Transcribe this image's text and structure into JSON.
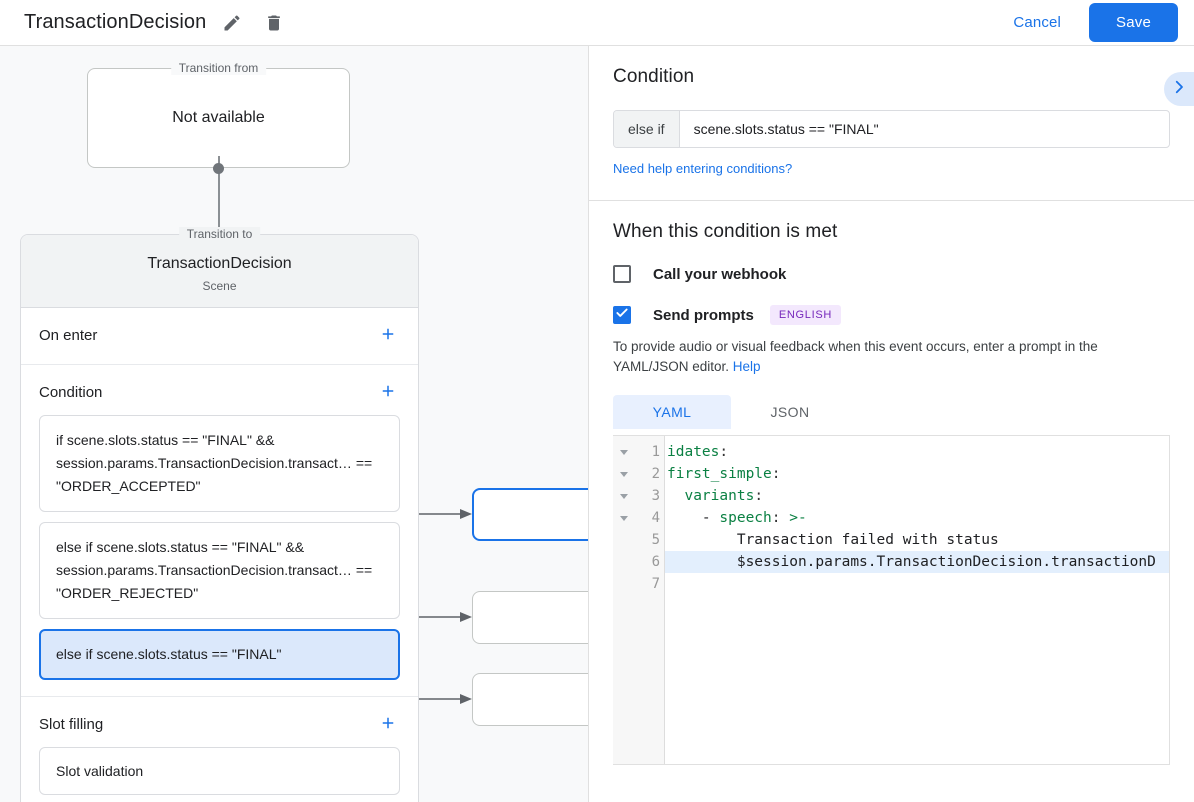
{
  "topbar": {
    "title": "TransactionDecision",
    "edit_icon": "pencil-icon",
    "delete_icon": "trash-icon",
    "cancel_label": "Cancel",
    "save_label": "Save",
    "accent_color": "#1a73e8"
  },
  "graph": {
    "transition_from": {
      "legend": "Transition from",
      "value": "Not available"
    },
    "transition_to": {
      "legend": "Transition to",
      "name": "TransactionDecision",
      "type": "Scene"
    },
    "sections": [
      {
        "title": "On enter",
        "add_label": "+"
      },
      {
        "title": "Condition",
        "add_label": "+"
      },
      {
        "title": "Slot filling",
        "add_label": "+"
      }
    ],
    "conditions": [
      {
        "text": "if scene.slots.status == \"FINAL\" && session.params.TransactionDecision.transact… == \"ORDER_ACCEPTED\"",
        "selected": false
      },
      {
        "text": "else if scene.slots.status == \"FINAL\" && session.params.TransactionDecision.transact… == \"ORDER_REJECTED\"",
        "selected": false
      },
      {
        "text": "else if scene.slots.status == \"FINAL\"",
        "selected": true
      }
    ],
    "slot_filling": [
      {
        "text": "Slot validation"
      }
    ]
  },
  "panel": {
    "condition": {
      "title": "Condition",
      "prefix": "else if",
      "value": "scene.slots.status == \"FINAL\"",
      "help_link": "Need help entering conditions?",
      "expand_icon": "chevron-right-icon"
    },
    "when_met": {
      "title": "When this condition is met",
      "webhook": {
        "label": "Call your webhook",
        "checked": false
      },
      "send_prompts": {
        "label": "Send prompts",
        "checked": true,
        "badge": "ENGLISH",
        "badge_color": "#7627bb"
      },
      "helper_text": "To provide audio or visual feedback when this event occurs, enter a prompt in the YAML/JSON editor. ",
      "helper_link": "Help"
    },
    "editor": {
      "tabs": [
        {
          "label": "YAML",
          "active": true
        },
        {
          "label": "JSON",
          "active": false
        }
      ],
      "lines": [
        {
          "n": "1",
          "fold": true,
          "highlight": false,
          "indent": "",
          "key": "idates",
          "colon": ":",
          "rest": ""
        },
        {
          "n": "2",
          "fold": true,
          "highlight": false,
          "indent": "",
          "key": "first_simple",
          "colon": ":",
          "rest": ""
        },
        {
          "n": "3",
          "fold": true,
          "highlight": false,
          "indent": "  ",
          "key": "variants",
          "colon": ":",
          "rest": ""
        },
        {
          "n": "4",
          "fold": true,
          "highlight": false,
          "indent": "    - ",
          "key": "speech",
          "colon": ":",
          "rest": " >-"
        },
        {
          "n": "5",
          "fold": false,
          "highlight": false,
          "indent": "        ",
          "key": "",
          "colon": "",
          "rest": "Transaction failed with status"
        },
        {
          "n": "6",
          "fold": false,
          "highlight": true,
          "indent": "        ",
          "key": "",
          "colon": "",
          "rest": "$session.params.TransactionDecision.transactionD"
        },
        {
          "n": "7",
          "fold": false,
          "highlight": false,
          "indent": "",
          "key": "",
          "colon": "",
          "rest": ""
        }
      ]
    }
  }
}
